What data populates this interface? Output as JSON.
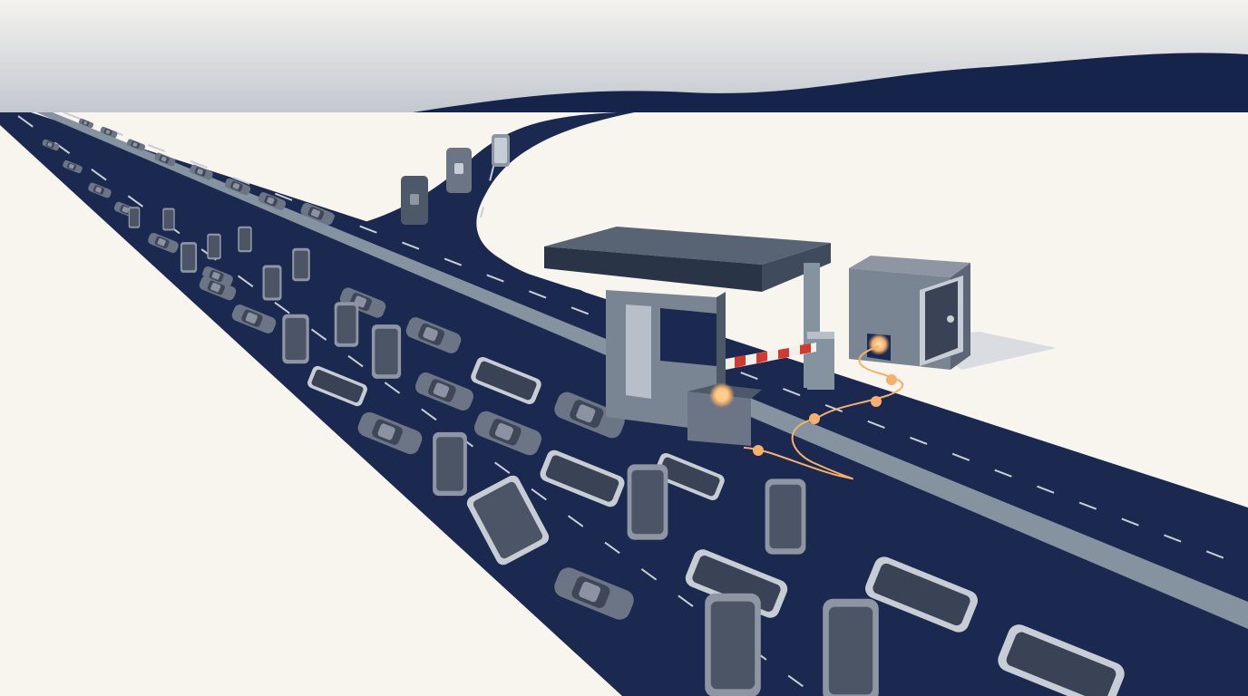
{
  "scene": {
    "subject": "illustration",
    "colors": {
      "ground": "#f8f5ee",
      "road": "#1b2950",
      "hills": "#15244a",
      "median": "#8592a0",
      "booth": "#7a8594",
      "booth_dark": "#4d5868",
      "canopy": "#586373",
      "vault": "#7a8594",
      "glow": "#f6b06a",
      "barrier_red": "#d33a2f",
      "vehicle": "#6c7585",
      "vehicle_light": "#c7cdd5",
      "phone": "#5d6677"
    },
    "elements": [
      "highway-with-phone-traffic",
      "side-road-with-phones",
      "toll-booth",
      "barrier-gate",
      "vault",
      "coin-path"
    ]
  }
}
